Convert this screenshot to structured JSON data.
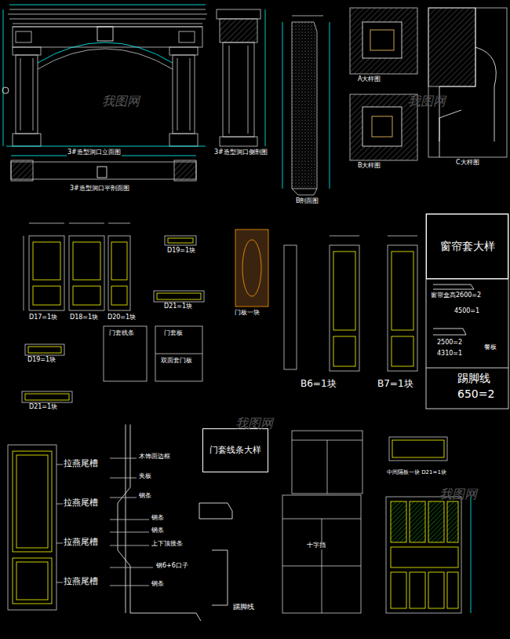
{
  "diagram": {
    "nodes": [
      {
        "text": [
          "窗帘套大样"
        ]
      },
      {
        "text": [
          "门套线条大样"
        ]
      }
    ],
    "labels": [
      "3#造型洞口立面图",
      "3#造型洞口侧剖图",
      "3#造型洞口平剖面图",
      "B剖面图",
      "A大样图",
      "B大样图",
      "C大样图",
      "D17=1块",
      "D18=1块",
      "D20=1块",
      "D19=1块",
      "D21=1块",
      "门板一块",
      "D19=1块",
      "D21=1块",
      "门套线条",
      "门套板",
      "双面套门板",
      "B6=1块",
      "B7=1块",
      "窗帘盒高2600=2",
      "4500=1",
      "2500=2",
      "4310=1",
      "餐板",
      "踢脚线",
      "650=2",
      "拉燕尾槽",
      "拉燕尾槽",
      "拉燕尾槽",
      "拉燕尾槽",
      "木饰面边框",
      "夹板",
      "钢条",
      "钢条",
      "钢条",
      "上下顶接条",
      "钢6+6口子",
      "钢条",
      "踢脚线",
      "十字挡",
      "中间隔板一块 D21=1块",
      "我图网",
      "我图网",
      "我图网",
      "我图网"
    ]
  }
}
